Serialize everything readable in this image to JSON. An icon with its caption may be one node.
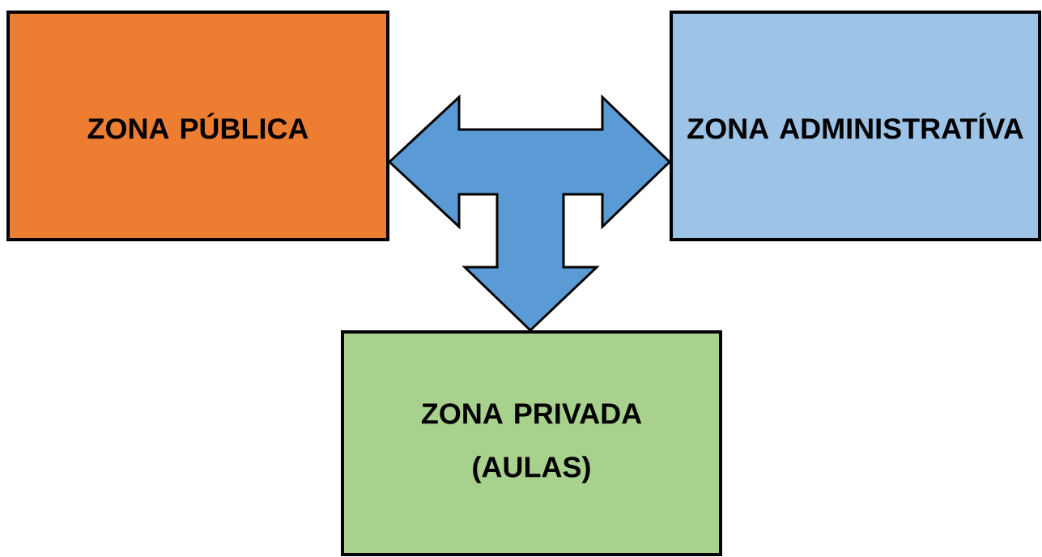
{
  "diagram": {
    "nodes": [
      {
        "text": [
          "ZONA PÚBLICA"
        ]
      },
      {
        "text": [
          "ZONA ADMINISTRATÍVA"
        ]
      },
      {
        "text": [
          "ZONA PRIVADA",
          "(AULAS)"
        ]
      }
    ],
    "edges": [
      {
        "from": 0,
        "to": 1,
        "arrow": "both"
      },
      {
        "from": null,
        "to": 2,
        "arrow": "to"
      }
    ]
  }
}
